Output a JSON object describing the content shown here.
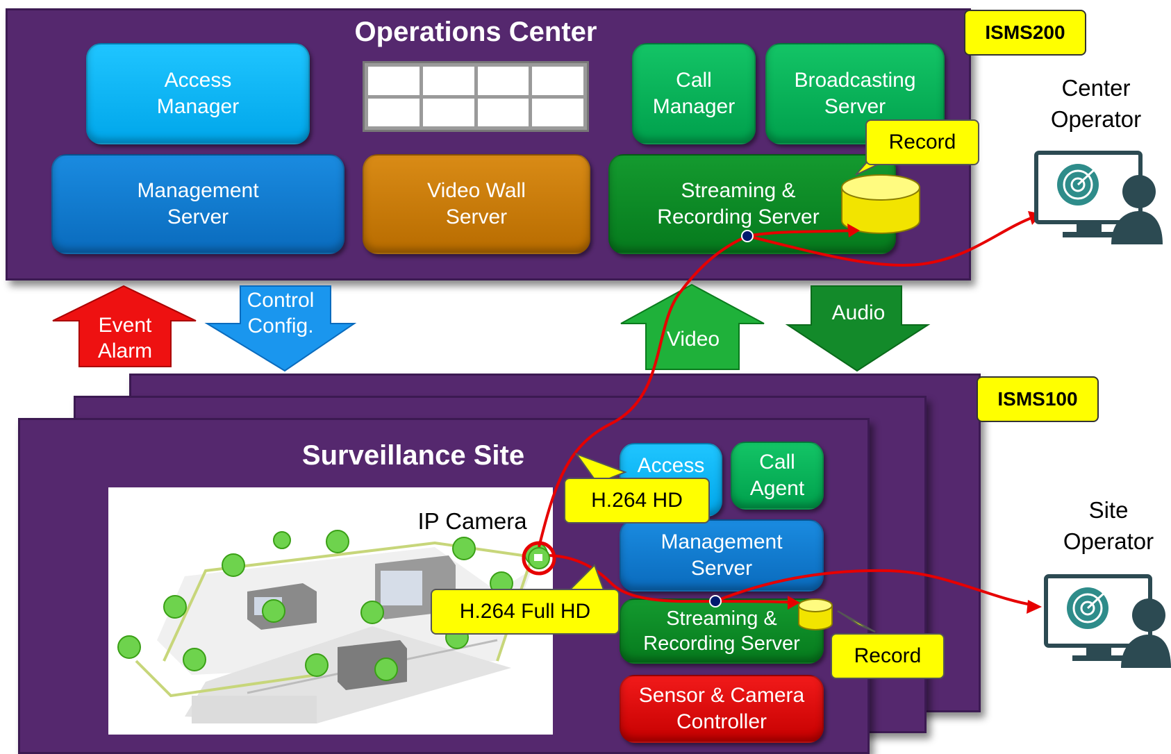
{
  "ops": {
    "title": "Operations Center",
    "tag": "ISMS200",
    "access_manager": "Access\nManager",
    "call_manager": "Call\nManager",
    "broadcasting_server": "Broadcasting\nServer",
    "management_server": "Management\nServer",
    "video_wall_server": "Video Wall\nServer",
    "streaming_server": "Streaming  &\nRecording Server",
    "record": "Record"
  },
  "arrows": {
    "event_alarm": "Event\nAlarm",
    "control_config": "Control\nConfig.",
    "video": "Video",
    "audio": "Audio"
  },
  "site": {
    "title": "Surveillance Site",
    "tag": "ISMS100",
    "access": "Access",
    "call_agent": "Call\nAgent",
    "management_server": "Management\nServer",
    "streaming_server": "Streaming  &\nRecording Server",
    "sensor_controller": "Sensor & Camera\nController",
    "record": "Record",
    "ip_camera": "IP Camera",
    "h264_hd": "H.264 HD",
    "h264_full_hd": "H.264 Full HD"
  },
  "operators": {
    "center": "Center\nOperator",
    "site": "Site\nOperator"
  },
  "colors": {
    "panel": "#55286e",
    "stream_line": "#e60000",
    "tag": "#ffff00"
  }
}
